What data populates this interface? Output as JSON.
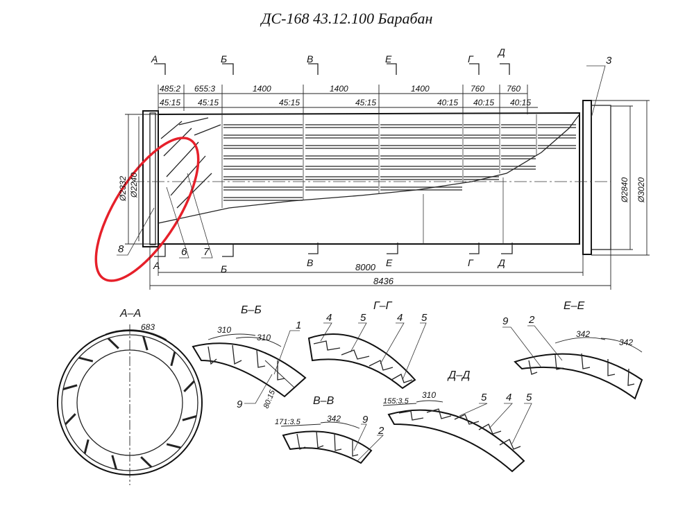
{
  "title": "ДС-168 43.12.100 Барабан",
  "section_marks_top": [
    "А",
    "Б",
    "В",
    "Е",
    "Г",
    "Д"
  ],
  "section_marks_bottom": [
    "А",
    "Б",
    "В",
    "Е",
    "Г",
    "Д"
  ],
  "dims_top_row1": [
    "485:2",
    "655:3",
    "1400",
    "1400",
    "1400",
    "760",
    "760"
  ],
  "dims_top_row2": [
    "45:15",
    "45:15",
    "45:15",
    "45:15",
    "40:15",
    "40:15",
    "40:15"
  ],
  "dims_left": [
    "Ø2332",
    "Ø2240"
  ],
  "dims_right": [
    "Ø2840",
    "Ø3020"
  ],
  "dims_bottom": [
    "8000",
    "8436"
  ],
  "callouts_main": [
    "3",
    "8",
    "6",
    "7"
  ],
  "views": {
    "aa": {
      "title": "А–А",
      "dims": [
        "683"
      ]
    },
    "bb": {
      "title": "Б–Б",
      "dims": [
        "310",
        "310",
        "80:15"
      ],
      "callouts": [
        "1",
        "9"
      ]
    },
    "gg": {
      "title": "Г–Г",
      "callouts": [
        "4",
        "5",
        "4",
        "5"
      ]
    },
    "vv": {
      "title": "В–В",
      "dims": [
        "171:3.5",
        "342"
      ],
      "callouts": [
        "9",
        "2"
      ]
    },
    "dd": {
      "title": "Д–Д",
      "dims": [
        "155:3.5",
        "310"
      ],
      "callouts": [
        "5",
        "4",
        "5"
      ]
    },
    "ee": {
      "title": "Е–Е",
      "dims": [
        "342",
        "342"
      ],
      "callouts": [
        "9",
        "2"
      ]
    }
  },
  "highlight_color": "#e6202a"
}
